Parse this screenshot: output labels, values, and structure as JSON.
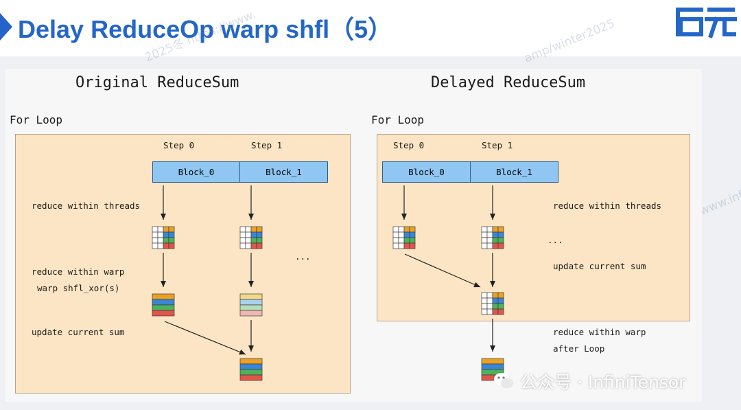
{
  "header": {
    "title": "Delay ReduceOp warp shfl（5）",
    "logo_text": "启元"
  },
  "watermarks": [
    "2025冬 https://www.",
    "amp/winter2025",
    "www.infi"
  ],
  "left": {
    "heading": "Original ReduceSum",
    "loop_label": "For Loop",
    "step0": "Step 0",
    "step1": "Step 1",
    "block0": "Block_0",
    "block1": "Block_1",
    "reduce_threads": "reduce within threads",
    "reduce_warp": "reduce within warp",
    "warp_shfl": "warp shfl_xor(s)",
    "update_sum": "update current sum",
    "ellipsis": "..."
  },
  "right": {
    "heading": "Delayed ReduceSum",
    "loop_label": "For Loop",
    "step0": "Step 0",
    "step1": "Step 1",
    "block0": "Block_0",
    "block1": "Block_1",
    "reduce_threads": "reduce within threads",
    "ellipsis": "...",
    "update_sum": "update current sum",
    "reduce_warp": "reduce within warp",
    "after_loop": "after Loop"
  },
  "footer": {
    "wechat_label": "公众号 · InfiniTensor"
  },
  "colors": {
    "title": "#2366c7",
    "panel": "#fbe5c4",
    "block": "#8fc6f2",
    "row_orange": "#e9a227",
    "row_blue": "#3a86d6",
    "row_green": "#4db35a",
    "row_red": "#e1554a"
  }
}
